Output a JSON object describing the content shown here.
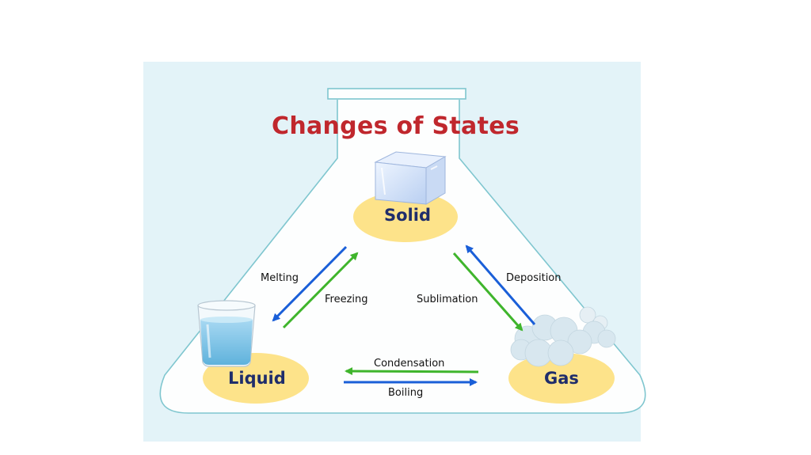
{
  "title": "Changes of States",
  "states": {
    "solid": "Solid",
    "liquid": "Liquid",
    "gas": "Gas"
  },
  "transitions": {
    "melting": "Melting",
    "freezing": "Freezing",
    "sublimation": "Sublimation",
    "deposition": "Deposition",
    "condensation": "Condensation",
    "boiling": "Boiling"
  },
  "colors": {
    "background_panel": "#e3f3f8",
    "title": "#c0272d",
    "state_disk": "#fde38a",
    "state_text": "#1f2d6b",
    "arrow_blue": "#1a5fd8",
    "arrow_green": "#3fb52c",
    "flask_outline": "#7fc6cf"
  },
  "icons": {
    "solid": "ice-cube-icon",
    "liquid": "water-glass-icon",
    "gas": "steam-cloud-icon"
  }
}
